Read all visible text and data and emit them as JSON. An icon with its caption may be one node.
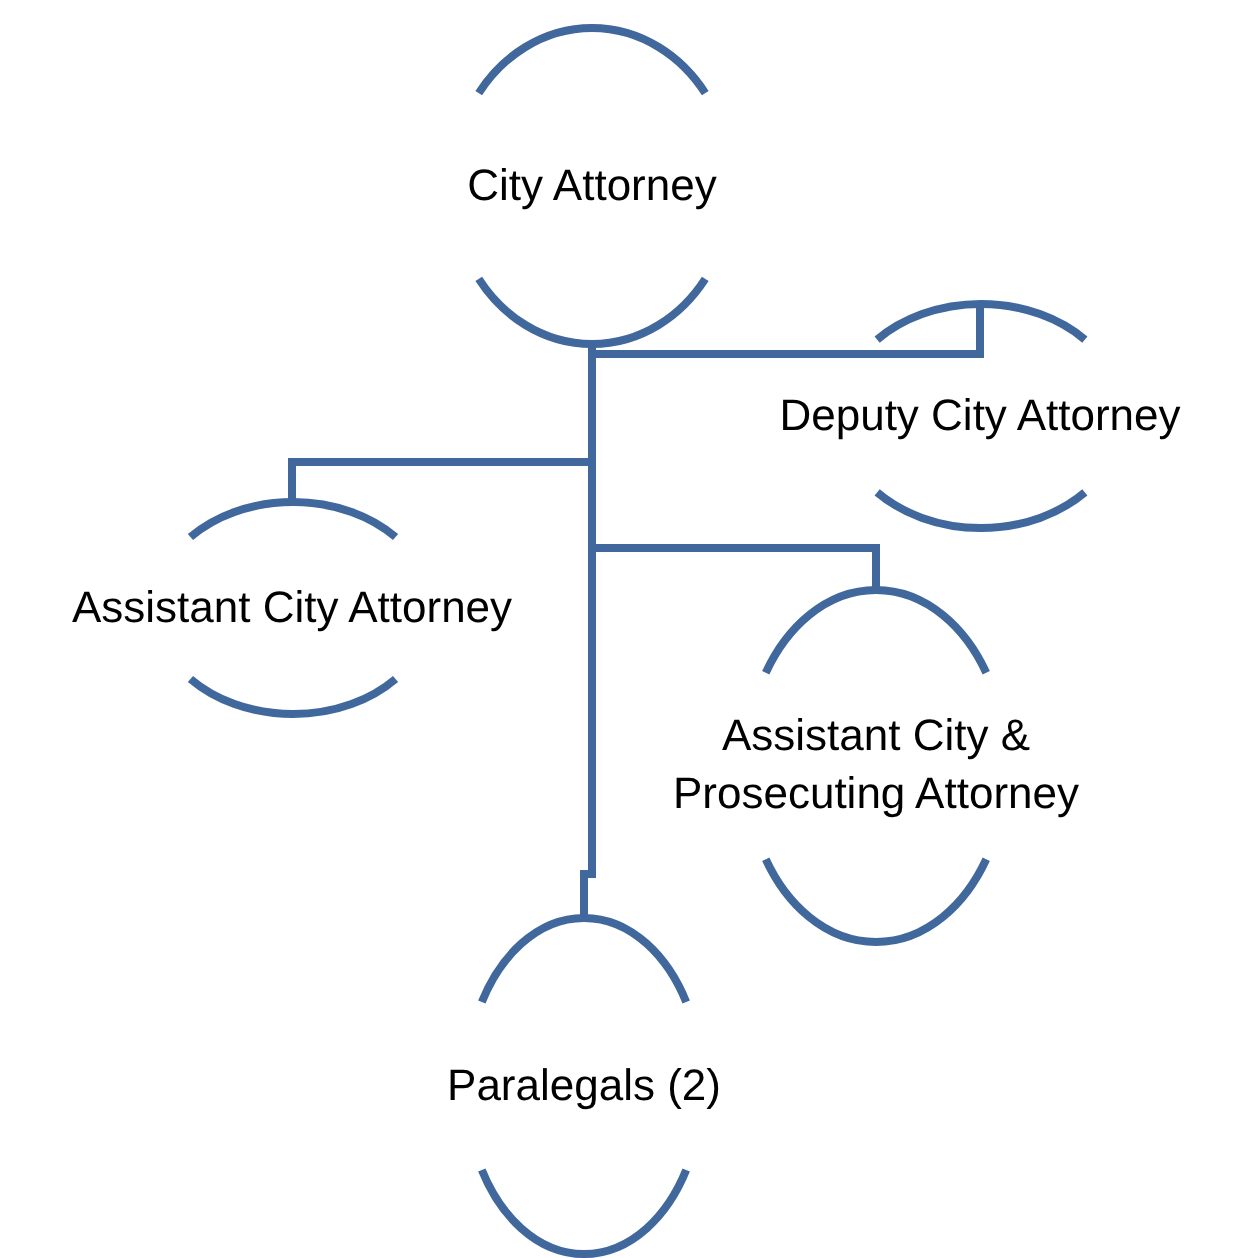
{
  "diagram": {
    "nodes": [
      {
        "text": [
          "City Attorney"
        ]
      },
      {
        "text": [
          "Deputy City Attorney"
        ]
      },
      {
        "text": [
          "Assistant City Attorney"
        ]
      },
      {
        "text": [
          "Assistant City & Prosecuting Attorney"
        ]
      },
      {
        "text": [
          "Paralegals (2)"
        ]
      }
    ],
    "edges": [
      {
        "from": 0,
        "to": 1,
        "arrow": "none"
      },
      {
        "from": 0,
        "to": 2,
        "arrow": "none"
      },
      {
        "from": 0,
        "to": 3,
        "arrow": "none"
      },
      {
        "from": 0,
        "to": 4,
        "arrow": "none"
      }
    ]
  }
}
